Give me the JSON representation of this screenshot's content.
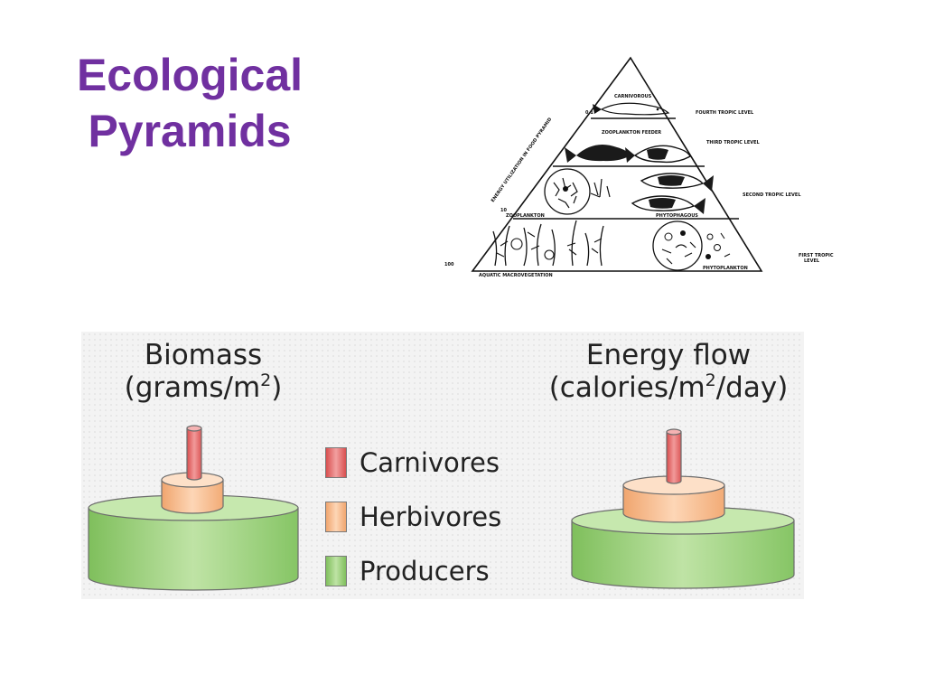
{
  "title": {
    "line1": "Ecological",
    "line2": "Pyramids"
  },
  "food_pyramid": {
    "levels": [
      {
        "organism": "CARNIVOROUS",
        "level": "FOURTH TROPIC LEVEL"
      },
      {
        "organism": "ZOOPLANKTON FEEDER",
        "level": "THIRD TROPIC LEVEL"
      },
      {
        "organisms": [
          "ZOOPLANKTON",
          "PHYTOPHAGOUS"
        ],
        "level": "SECOND TROPIC LEVEL"
      },
      {
        "organisms": [
          "AQUATIC MACROVEGETATION",
          "PHYTOPLANKTON"
        ],
        "level": [
          "FIRST TROPIC",
          "LEVEL"
        ]
      }
    ],
    "axis_label": "ENERGY UTILIZATION IN FOOD PYRAMID",
    "scale": [
      "0.1",
      "10",
      "100"
    ]
  },
  "biomass": {
    "line1": "Biomass",
    "line2_prefix": "(grams/m",
    "sup": "2",
    "line2_suffix": ")"
  },
  "energy": {
    "line1": "Energy flow",
    "line2_prefix": "(calories/m",
    "sup": "2",
    "line2_suffix": "/day)"
  },
  "legend": {
    "items": [
      {
        "label": "Carnivores",
        "color": "#e05c5c"
      },
      {
        "label": "Herbivores",
        "color": "#f4b282"
      },
      {
        "label": "Producers",
        "color": "#8ccc6a"
      }
    ]
  }
}
